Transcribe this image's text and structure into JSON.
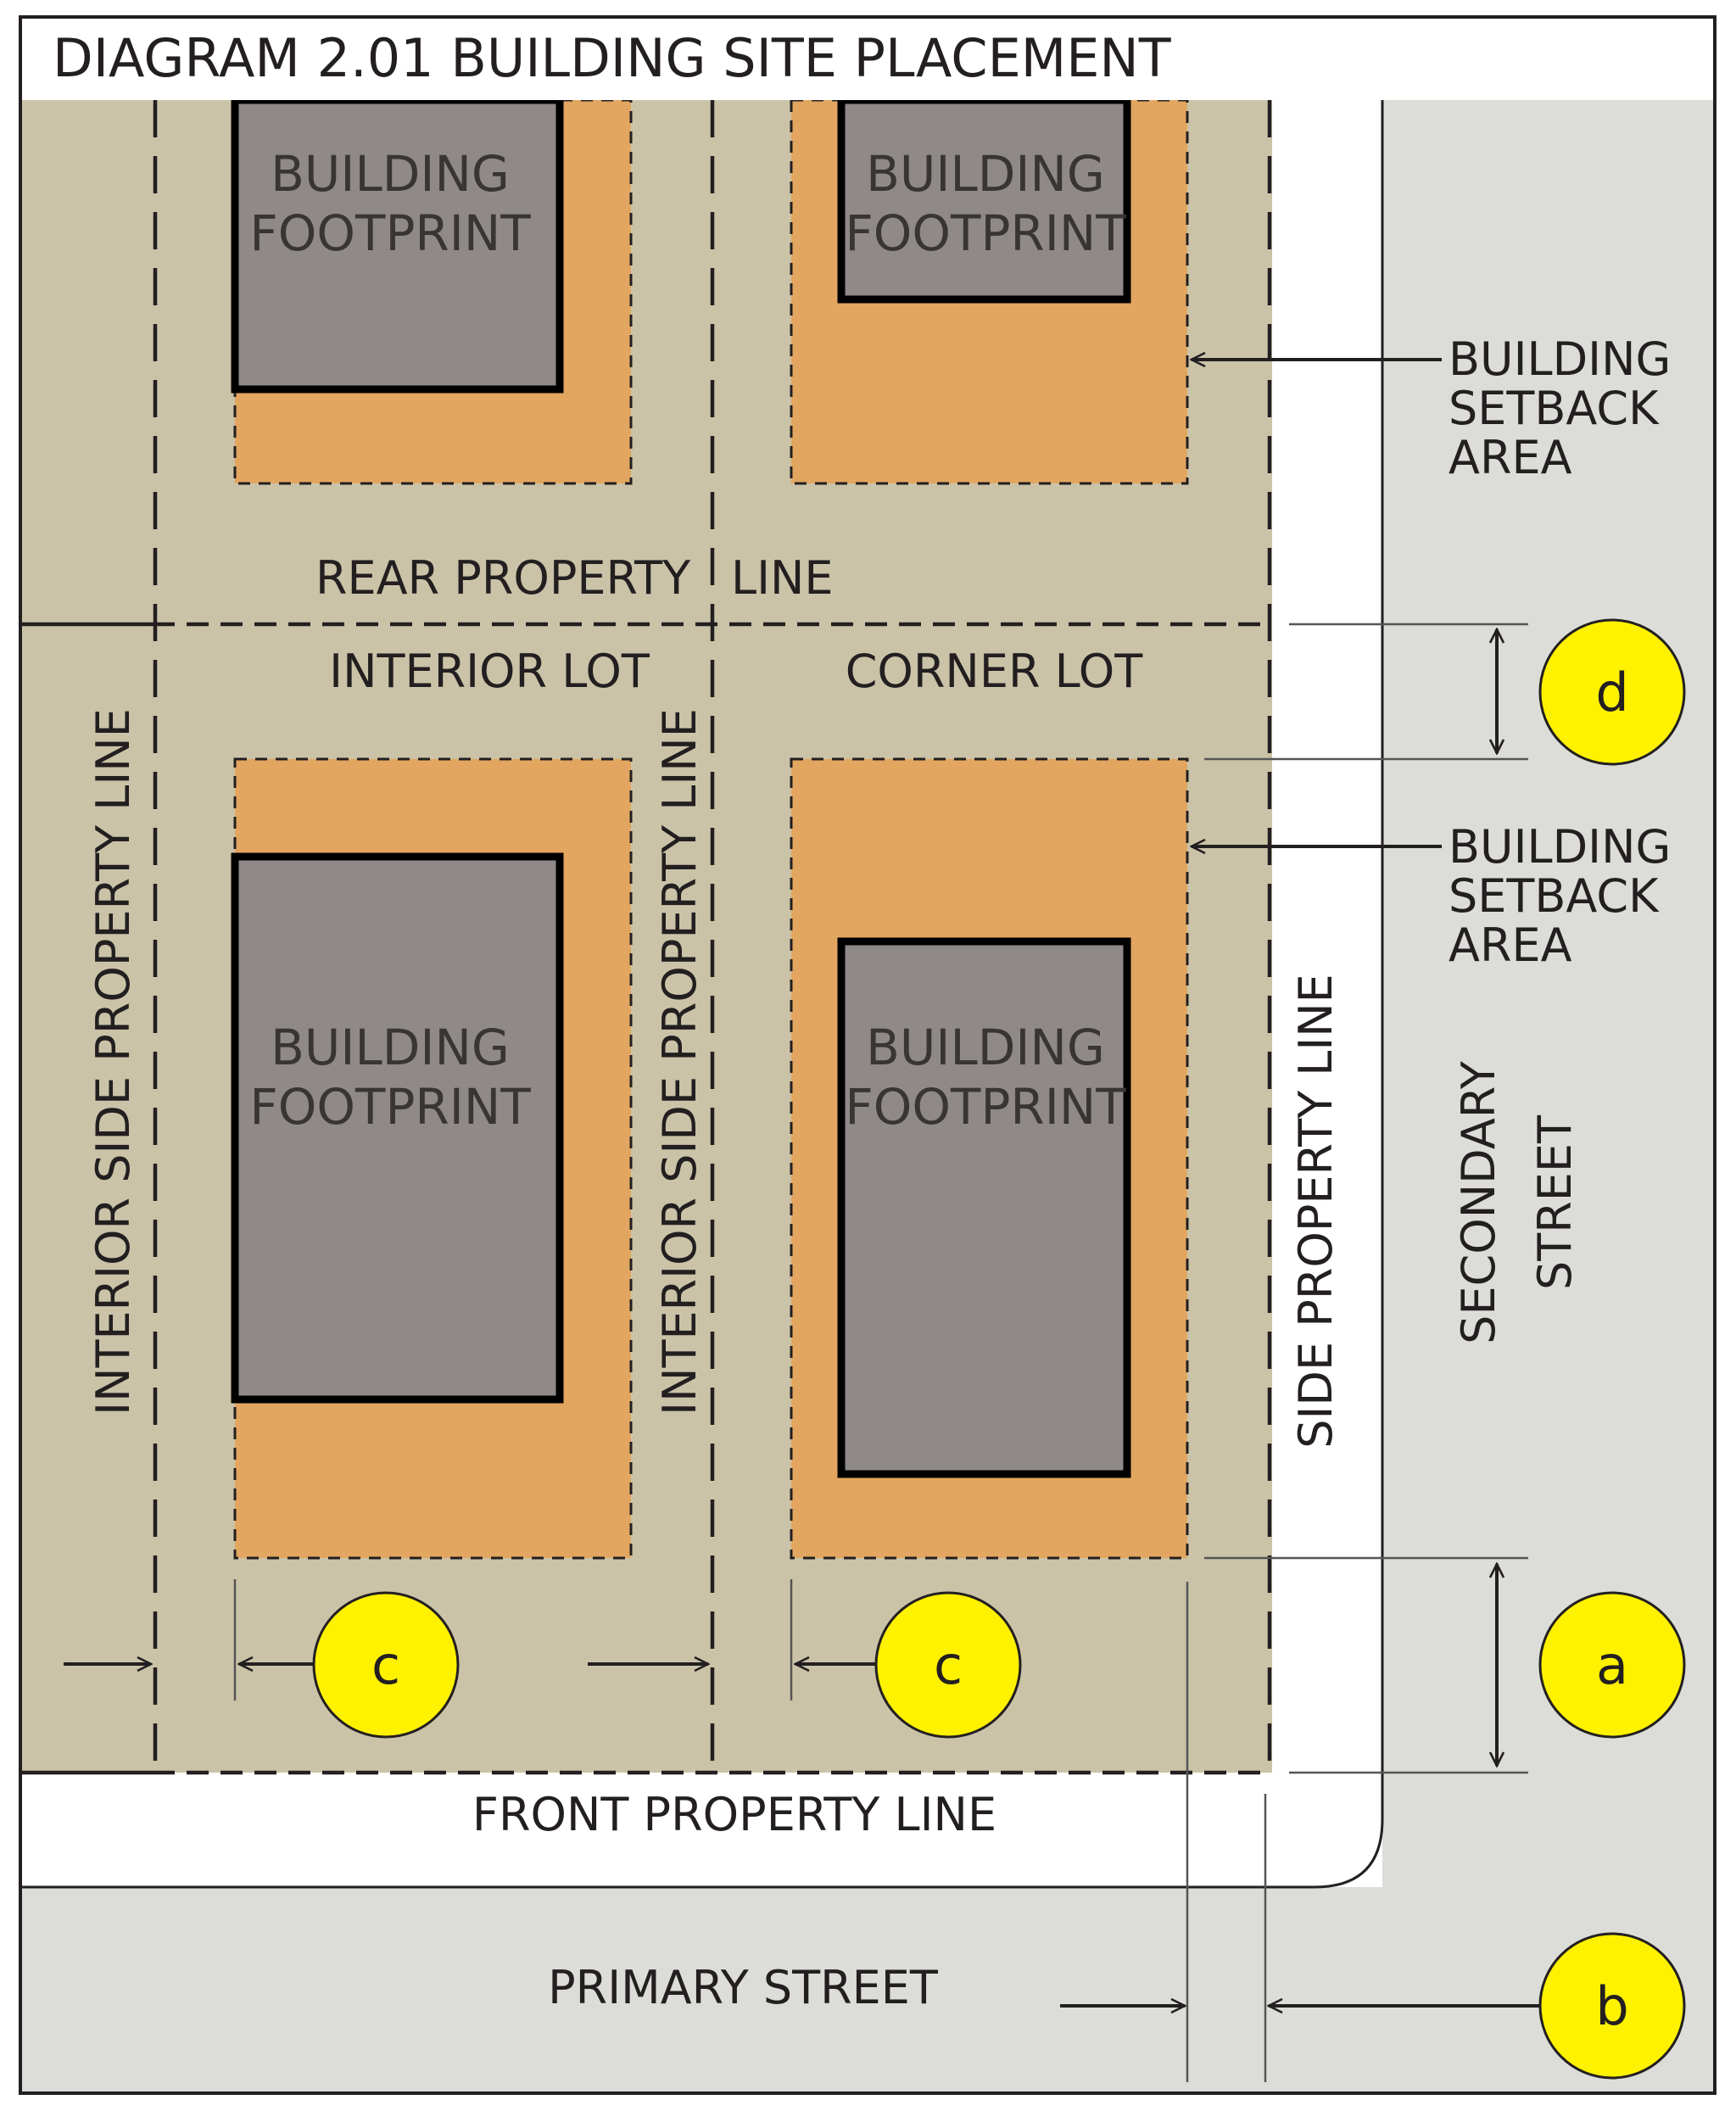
{
  "title": "DIAGRAM 2.01 BUILDING SITE PLACEMENT",
  "colors": {
    "lot": "#cbc3a8",
    "setback": "#e2a660",
    "building": "#8f8a87",
    "street": "#dcddd8",
    "sidewalk": "#ffffff",
    "marker": "#fff200",
    "ink": "#231f20"
  },
  "lots": {
    "interior": "INTERIOR LOT",
    "corner": "CORNER LOT"
  },
  "building_footprint": [
    "BUILDING",
    "FOOTPRINT"
  ],
  "setback_callout": [
    "BUILDING",
    "SETBACK",
    "AREA"
  ],
  "lines": {
    "rear": [
      "REAR PROPERTY",
      "LINE"
    ],
    "front": "FRONT PROPERTY LINE",
    "interior_side": "INTERIOR SIDE PROPERTY LINE",
    "side": "SIDE PROPERTY LINE"
  },
  "streets": {
    "primary": "PRIMARY STREET",
    "secondary": [
      "SECONDARY",
      "STREET"
    ]
  },
  "markers": {
    "a": "a",
    "b": "b",
    "c": "c",
    "d": "d"
  }
}
